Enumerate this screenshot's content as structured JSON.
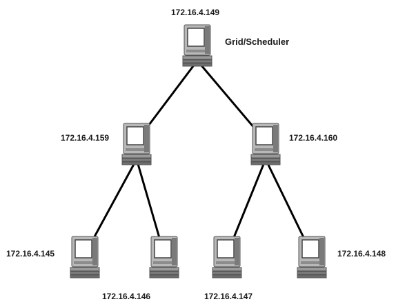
{
  "nodes": [
    {
      "id": "root",
      "ip": "172.16.4.149",
      "role": "Grid/Scheduler",
      "icon": "computer-icon"
    },
    {
      "id": "mid-left",
      "ip": "172.16.4.159",
      "icon": "computer-icon"
    },
    {
      "id": "mid-right",
      "ip": "172.16.4.160",
      "icon": "computer-icon"
    },
    {
      "id": "leaf-1",
      "ip": "172.16.4.145",
      "icon": "computer-icon"
    },
    {
      "id": "leaf-2",
      "ip": "172.16.4.146",
      "icon": "computer-icon"
    },
    {
      "id": "leaf-3",
      "ip": "172.16.4.147",
      "icon": "computer-icon"
    },
    {
      "id": "leaf-4",
      "ip": "172.16.4.148",
      "icon": "computer-icon"
    }
  ],
  "links": [
    [
      "root",
      "mid-left"
    ],
    [
      "root",
      "mid-right"
    ],
    [
      "mid-left",
      "leaf-1"
    ],
    [
      "mid-left",
      "leaf-2"
    ],
    [
      "mid-right",
      "leaf-3"
    ],
    [
      "mid-right",
      "leaf-4"
    ]
  ],
  "colors": {
    "line": "#000000",
    "text": "#1a1a1a",
    "computer_body": "#b8b8b8",
    "computer_shade": "#7a7a7a",
    "screen": "#ffffff"
  }
}
